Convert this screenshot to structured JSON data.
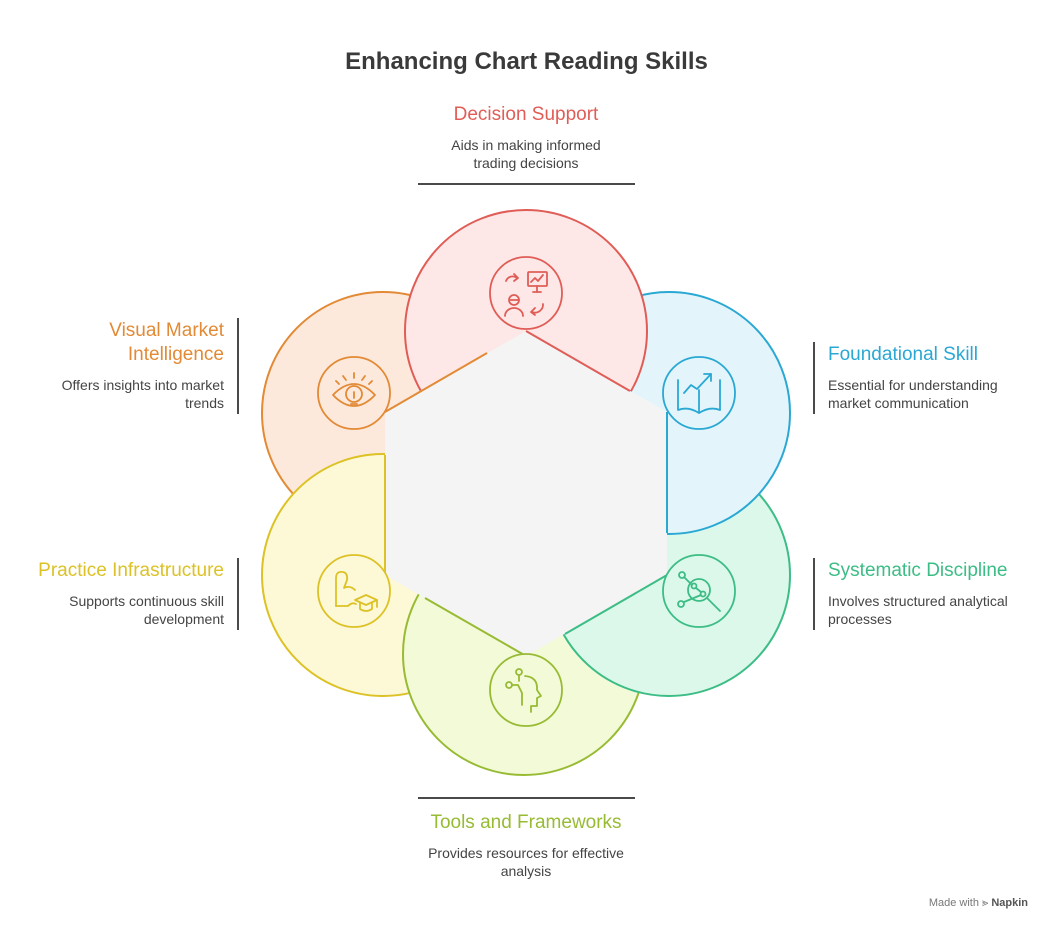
{
  "title": "Enhancing Chart Reading Skills",
  "colors": {
    "decision": "#e05d57",
    "foundational": "#2aa8d4",
    "systematic": "#3cbd85",
    "tools": "#98bb34",
    "practice": "#dcc226",
    "visual": "#e28a35",
    "hexagon": "#f4f4f4"
  },
  "segments": {
    "decision": {
      "title": "Decision Support",
      "desc": [
        "Aids in making informed",
        "trading decisions"
      ],
      "icon": "decision-analytics-icon"
    },
    "foundational": {
      "title": "Foundational Skill",
      "desc": [
        "Essential for understanding",
        "market communication"
      ],
      "icon": "chart-book-icon"
    },
    "systematic": {
      "title": "Systematic Discipline",
      "desc": [
        "Involves structured analytical",
        "processes"
      ],
      "icon": "network-magnifier-icon"
    },
    "tools": {
      "title": "Tools and Frameworks",
      "desc": [
        "Provides resources for effective",
        "analysis"
      ],
      "icon": "head-circuit-icon"
    },
    "practice": {
      "title": "Practice Infrastructure",
      "desc": [
        "Supports continuous skill",
        "development"
      ],
      "icon": "arm-graduation-icon"
    },
    "visual": {
      "title": "Visual Market Intelligence",
      "title_lines": [
        "Visual Market",
        "Intelligence"
      ],
      "desc": [
        "Offers insights into market",
        "trends"
      ],
      "icon": "eye-bulb-icon"
    }
  },
  "footer": {
    "made_with": "Made with",
    "brand": "Napkin"
  }
}
